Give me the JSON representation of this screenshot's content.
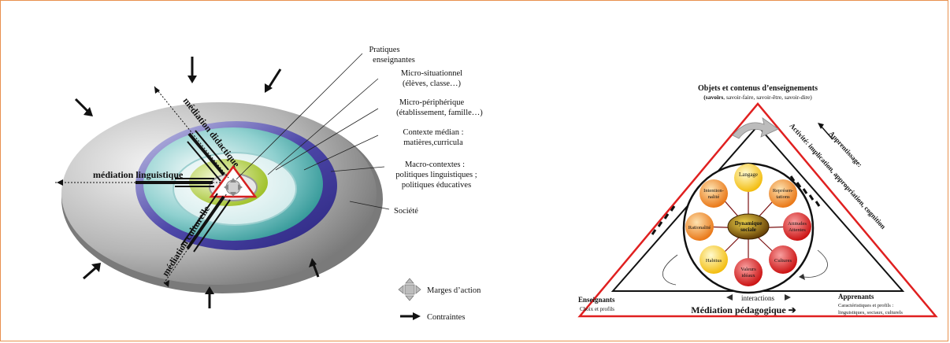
{
  "left_diagram": {
    "labels": {
      "pratiques_1": "Pratiques",
      "pratiques_2": "enseignantes",
      "micro_sit_1": "Micro-situationnel",
      "micro_sit_2": "(élèves, classe…)",
      "micro_per_1": "Micro-périphérique",
      "micro_per_2": "(établissement, famille…)",
      "median_1": "Contexte médian :",
      "median_2": "matières,curricula",
      "macro_1": "Macro-contextes :",
      "macro_2": "politiques linguistiques ;",
      "macro_3": "politiques éducatives",
      "societe": "Société"
    },
    "mediations": {
      "didactique": "médiation didactique",
      "linguistique": "médiation linguistique",
      "culturelle": "médiation culturelle"
    },
    "legend": {
      "marges": "Marges d’action",
      "contraintes": "Contraintes"
    },
    "colors": {
      "outer": "#8e8e8e",
      "blue": "#3a3593",
      "teal": "#2f9a9a",
      "lime": "#a9c832",
      "triangle": "#d62020"
    }
  },
  "right_diagram": {
    "top_title": "Objets et contenus d’enseignements",
    "top_bold": "(savoirs",
    "top_rest": ", savoir-faire, savoir-être, savoir-dire)",
    "side_label": "Activité: implication, appropriation, cognition",
    "side_arrow_label": "Apprentissage:",
    "left_title": "Enseignants",
    "left_sub": "Choix et profils",
    "right_title": "Apprenants",
    "right_sub1": "Caractéristiques et profils :",
    "right_sub2": "linguistiques, sociaux, culturels",
    "interactions": "interactions",
    "mediation": "Médiation pédagogique ➔",
    "center_1": "Dynamique",
    "center_2": "sociale",
    "nodes": {
      "langage": "Langage",
      "intentionnalite_1": "Intention-",
      "intentionnalite_2": "nalité",
      "representations_1": "Représen-",
      "representations_2": "tations",
      "rationalite": "Rationalité",
      "attitudes_1": "Attitudes",
      "attitudes_2": "Attentes",
      "habitus": "Habitus",
      "cultures": "Cultures",
      "valeurs_1": "Valeurs",
      "valeurs_2": "idéaux"
    },
    "colors": {
      "red": "#e02020",
      "yellow": "#f5c400",
      "orange": "#f08a18",
      "deep_red": "#d01010",
      "center": "#5a3a00"
    }
  }
}
